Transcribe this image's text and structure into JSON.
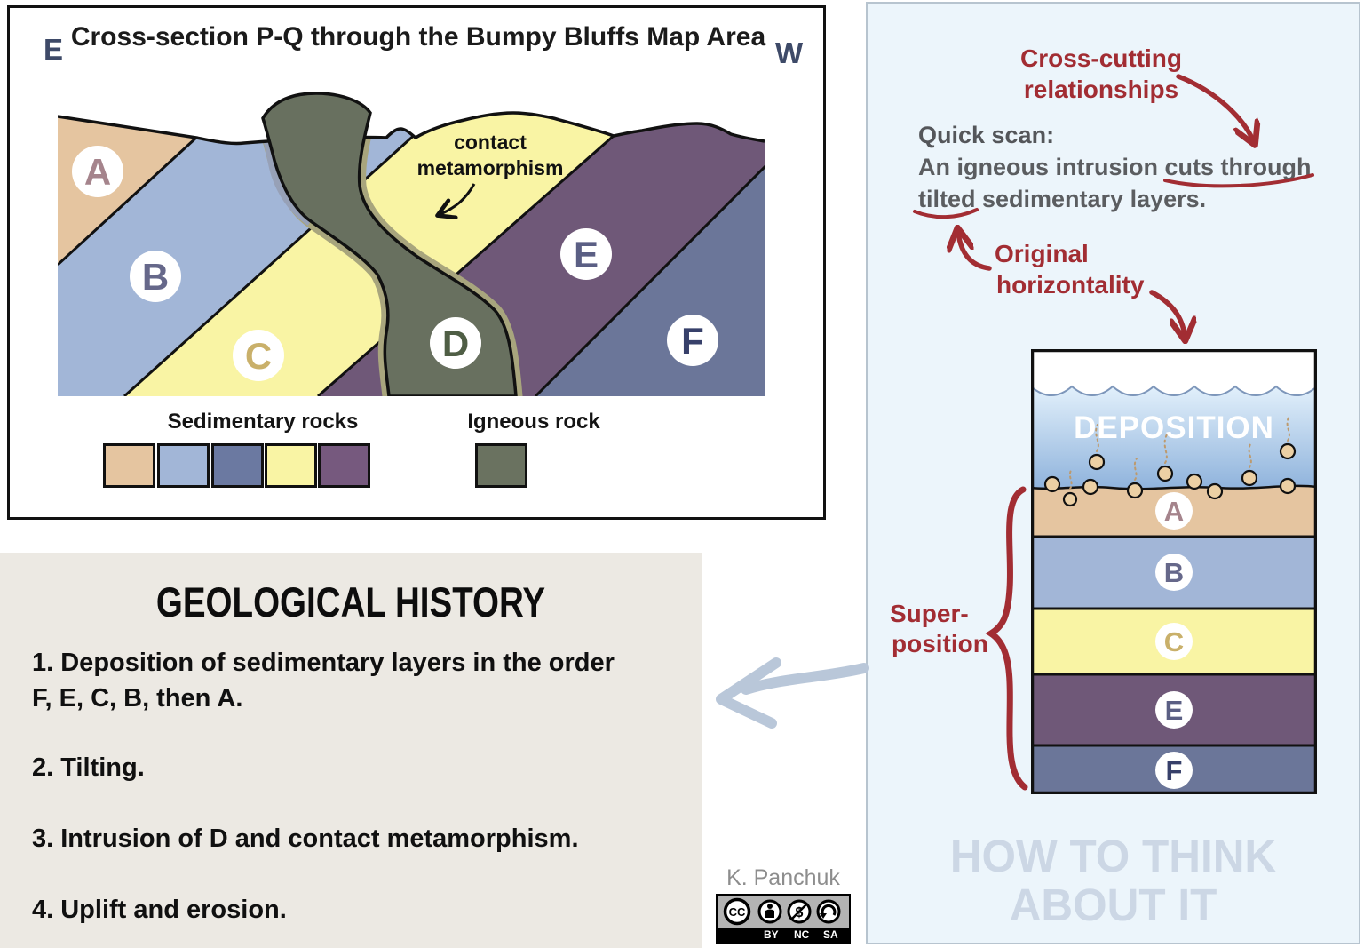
{
  "cross_section": {
    "title": "Cross-section P-Q through the Bumpy Bluffs Map Area",
    "east_label": "E",
    "west_label": "W",
    "contact_line1": "contact",
    "contact_line2": "metamorphism",
    "legend_sedimentary": "Sedimentary rocks",
    "legend_igneous": "Igneous rock"
  },
  "units": {
    "a": "A",
    "b": "B",
    "c": "C",
    "d": "D",
    "e": "E",
    "f": "F"
  },
  "history": {
    "title": "GEOLOGICAL HISTORY",
    "item1_line1": "1. Deposition of sedimentary layers in the order",
    "item1_line2": "F, E, C, B, then A.",
    "item2": "2. Tilting.",
    "item3": "3. Intrusion of D and contact metamorphism.",
    "item4": "4. Uplift and erosion."
  },
  "credit": {
    "author": "K. Panchuk",
    "cc": "CC",
    "by": "BY",
    "nc": "NC",
    "sa": "SA"
  },
  "think": {
    "crosscut1": "Cross-cutting",
    "crosscut2": "relationships",
    "quick_heading": "Quick scan:",
    "quick_line1": "An igneous intrusion cuts through",
    "quick_line2": "tilted sedimentary layers.",
    "orig1": "Original",
    "orig2": "horizontality",
    "super1": "Super-",
    "super2": "position",
    "deposition": "DEPOSITION",
    "footer1": "HOW TO THINK",
    "footer2": "ABOUT IT"
  },
  "colors": {
    "unit_a": "#e5c5a0",
    "unit_b": "#a2b6d7",
    "unit_c": "#f9f4a4",
    "unit_d": "#68705f",
    "unit_e": "#6f5878",
    "unit_f": "#6b7699",
    "contact_halo": "#a8a57d",
    "annotation_red": "#a22d33",
    "think_panel_bg": "#ecf5fb",
    "history_bg": "#ece9e3",
    "water_top": "#e2f0fb",
    "water_bottom": "#8fb3dc",
    "faded_footer_text": "#ccd7e5",
    "blue_arrow": "#b9c7d9"
  }
}
